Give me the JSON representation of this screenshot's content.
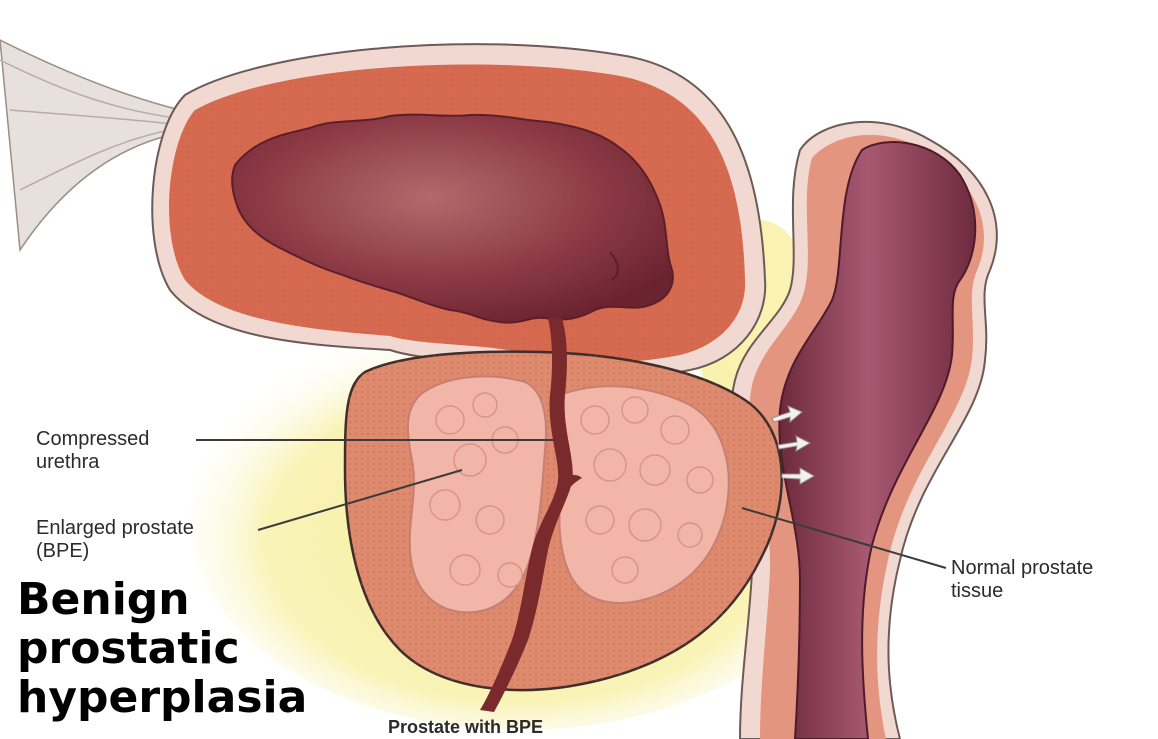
{
  "title": "Benign\nprostatic\nhyperplasia",
  "caption": "Prostate with BPE",
  "labels": {
    "compressed_urethra": "Compressed\nurethra",
    "enlarged_prostate": "Enlarged prostate\n(BPE)",
    "normal_prostate": "Normal prostate\ntissue"
  },
  "colors": {
    "bladder_wall": "#d56a50",
    "bladder_lumen": "#8c3a45",
    "prostate_tissue": "#de8a6f",
    "hyperplastic_nodule": "#f2b6a8",
    "rectum_lumen": "#8e3f57",
    "fat": "#f7ef9c",
    "urethra": "#7a2a2c"
  }
}
